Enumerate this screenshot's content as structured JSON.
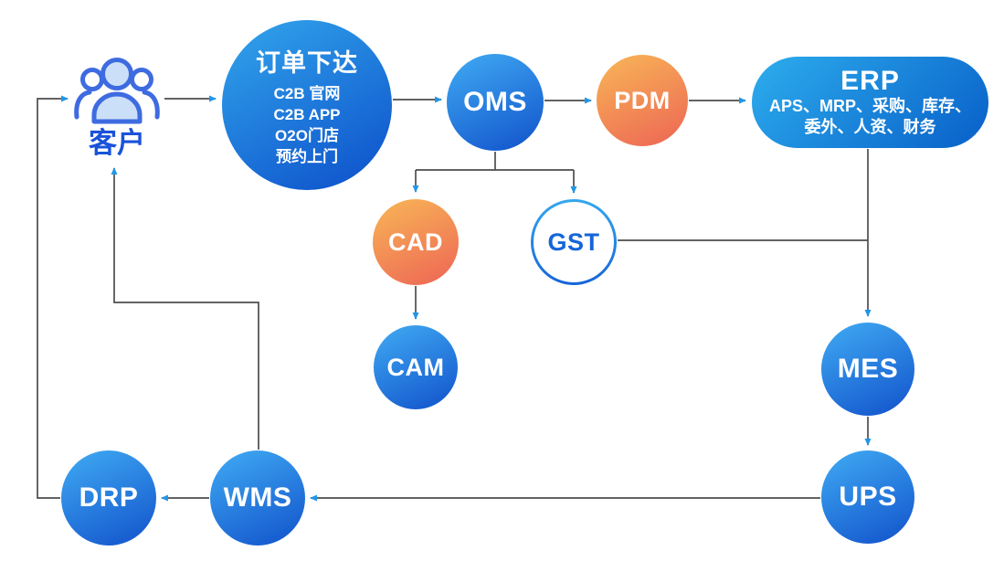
{
  "diagram": {
    "nodes": {
      "customer": {
        "label": "客户"
      },
      "order": {
        "title": "订单下达",
        "lines": [
          "C2B 官网",
          "C2B APP",
          "O2O门店",
          "预约上门"
        ]
      },
      "oms": {
        "label": "OMS"
      },
      "pdm": {
        "label": "PDM"
      },
      "erp": {
        "title": "ERP",
        "lines": [
          "APS、MRP、采购、库存、",
          "委外、人资、财务"
        ]
      },
      "cad": {
        "label": "CAD"
      },
      "gst": {
        "label": "GST"
      },
      "cam": {
        "label": "CAM"
      },
      "mes": {
        "label": "MES"
      },
      "ups": {
        "label": "UPS"
      },
      "wms": {
        "label": "WMS"
      },
      "drp": {
        "label": "DRP"
      }
    },
    "edges": [
      {
        "from": "customer",
        "to": "order"
      },
      {
        "from": "order",
        "to": "oms"
      },
      {
        "from": "oms",
        "to": "pdm"
      },
      {
        "from": "pdm",
        "to": "erp"
      },
      {
        "from": "oms",
        "to": "cad"
      },
      {
        "from": "oms",
        "to": "gst"
      },
      {
        "from": "cad",
        "to": "cam"
      },
      {
        "from": "erp",
        "to": "mes"
      },
      {
        "from": "gst",
        "to": "mes"
      },
      {
        "from": "mes",
        "to": "ups"
      },
      {
        "from": "ups",
        "to": "wms"
      },
      {
        "from": "wms",
        "to": "drp"
      },
      {
        "from": "wms",
        "to": "customer"
      },
      {
        "from": "drp",
        "to": "customer"
      }
    ],
    "colors": {
      "blue_gradient_start": "#3EA7F1",
      "blue_gradient_end": "#1356CD",
      "orange_gradient_start": "#F7B056",
      "orange_gradient_end": "#EE6B55",
      "erp_gradient_start": "#2BA9EB",
      "erp_gradient_end": "#0A63CA",
      "connector_line": "#4D4D4D",
      "arrowhead": "#2196E9",
      "customer_text": "#1A53D9",
      "gst_text": "#1565D9",
      "node_text": "#FFFFFF"
    }
  }
}
